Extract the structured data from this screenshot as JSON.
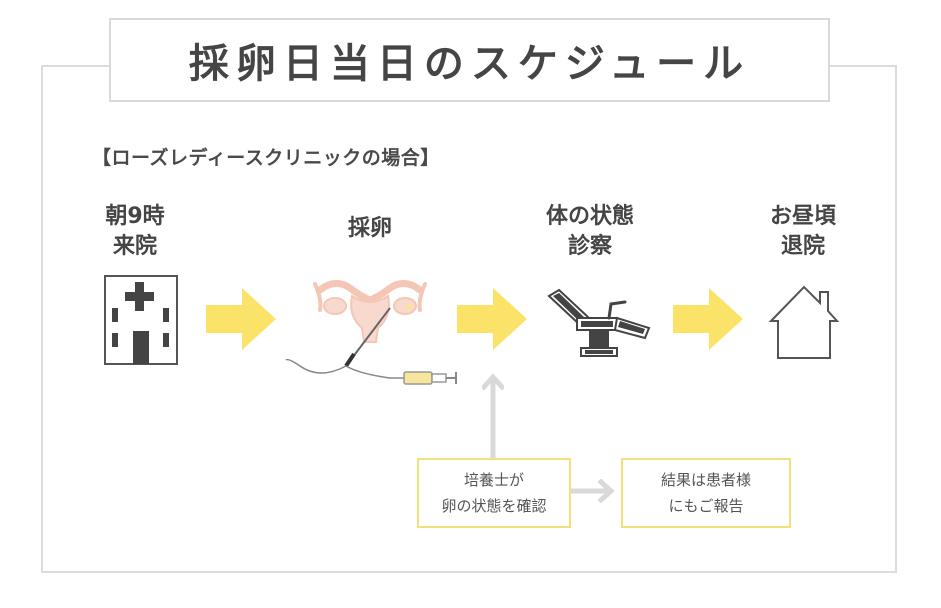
{
  "title": "採卵日当日のスケジュール",
  "subtitle": "【ローズレディースクリニックの場合】",
  "steps": [
    {
      "line1": "朝9時",
      "line2": "来院",
      "icon": "hospital-icon"
    },
    {
      "line1": "採卵",
      "line2": "",
      "icon": "uterus-syringe-icon"
    },
    {
      "line1": "体の状態",
      "line2": "診察",
      "icon": "exam-chair-icon"
    },
    {
      "line1": "お昼頃",
      "line2": "退院",
      "icon": "house-icon"
    }
  ],
  "notes": [
    {
      "line1": "培養士が",
      "line2": "卵の状態を確認"
    },
    {
      "line1": "結果は患者様",
      "line2": "にもご報告"
    }
  ],
  "colors": {
    "arrow_yellow": "#fbe268",
    "note_border": "#f2e07a",
    "gray_arrow": "#d9d9d9",
    "uterus_pink": "#f4c6b6"
  }
}
